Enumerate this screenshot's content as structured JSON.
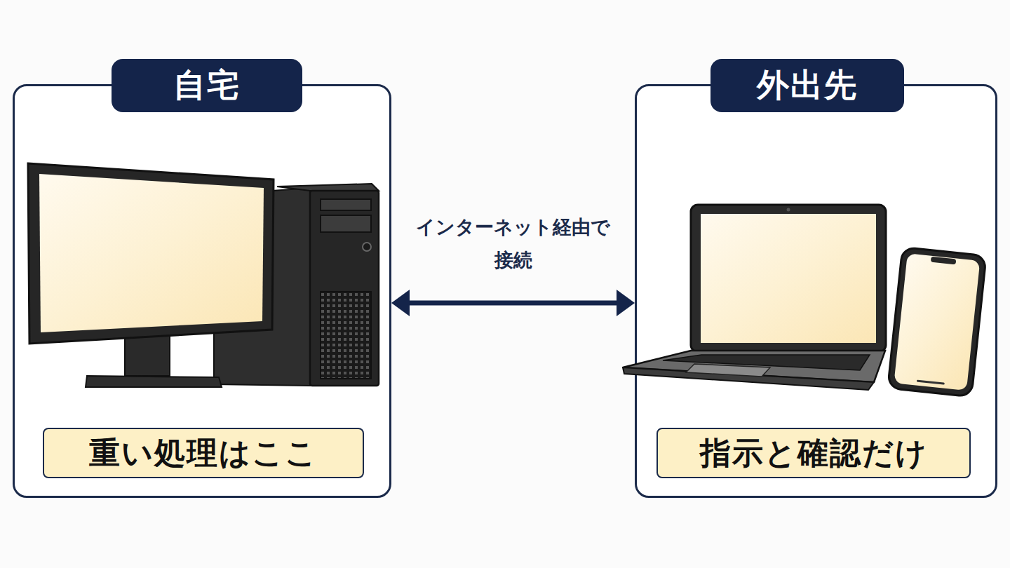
{
  "diagram": {
    "nodes": [
      {
        "text": [
          "自宅"
        ]
      },
      {
        "text": [
          "重い処理はここ"
        ],
        "in": 0
      },
      {
        "text": [
          "外出先"
        ]
      },
      {
        "text": [
          "指示と確認だけ"
        ],
        "in": 2
      }
    ],
    "edges": [
      {
        "from": 0,
        "to": 2,
        "arrow": "both",
        "label": "インターネット経由で 接続"
      }
    ]
  }
}
